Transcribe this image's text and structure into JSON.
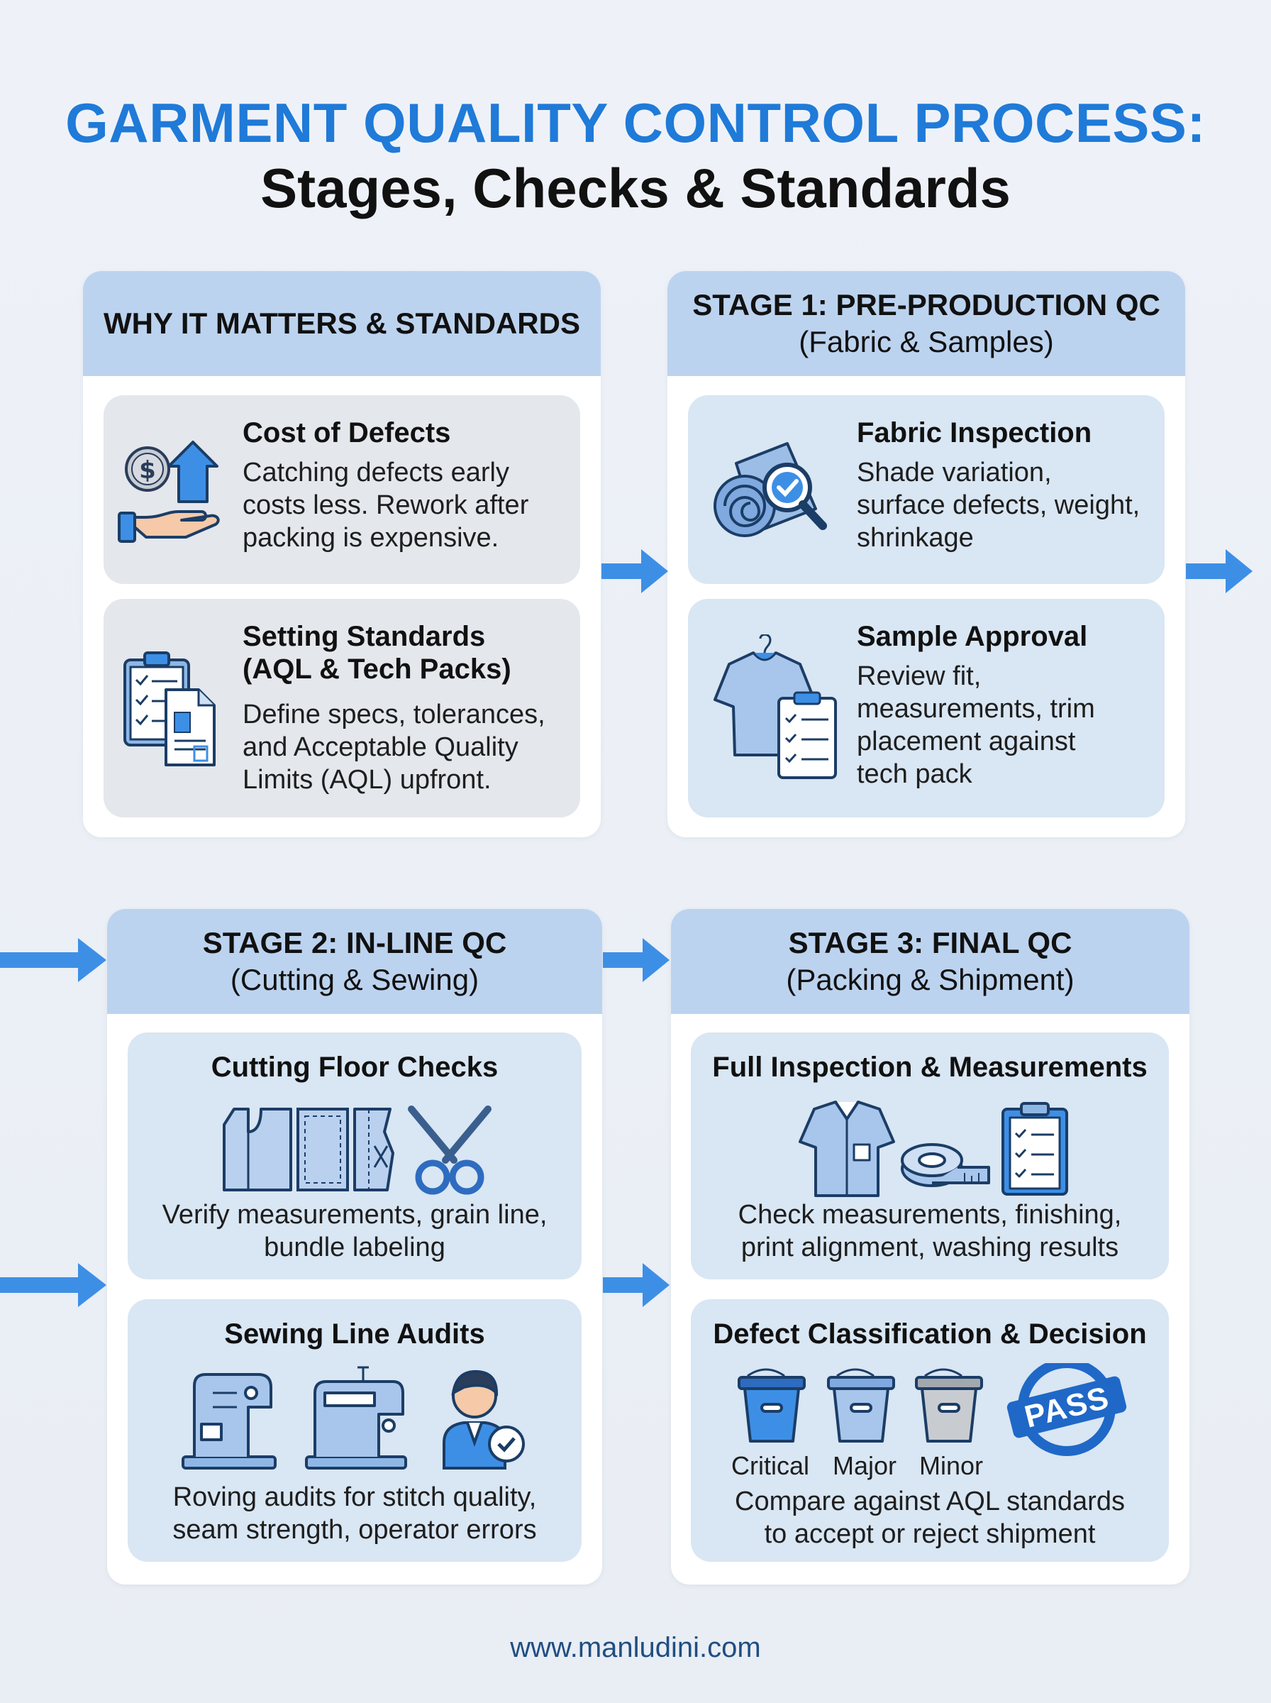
{
  "title": {
    "line1": "GARMENT QUALITY CONTROL PROCESS:",
    "line2": "Stages, Checks & Standards"
  },
  "panels": {
    "why": {
      "heading": "WHY IT MATTERS & STANDARDS",
      "cards": [
        {
          "title": "Cost of Defects",
          "text": [
            "Catching defects early",
            "costs less. Rework after",
            "packing is expensive."
          ],
          "icon": "cost-savings-icon"
        },
        {
          "title": [
            "Setting Standards",
            "(AQL & Tech Packs)"
          ],
          "text": [
            "Define specs, tolerances,",
            "and Acceptable Quality",
            "Limits (AQL) upfront."
          ],
          "icon": "documents-icon"
        }
      ]
    },
    "stage1": {
      "heading": "STAGE 1: PRE-PRODUCTION QC",
      "subheading": "(Fabric & Samples)",
      "cards": [
        {
          "title": "Fabric Inspection",
          "text": [
            "Shade variation,",
            "surface defects, weight,",
            "shrinkage"
          ],
          "icon": "fabric-roll-magnifier-icon"
        },
        {
          "title": "Sample Approval",
          "text": [
            "Review fit,",
            "measurements, trim",
            "placement against",
            "tech pack"
          ],
          "icon": "tshirt-clipboard-icon"
        }
      ]
    },
    "stage2": {
      "heading": "STAGE 2: IN-LINE QC",
      "subheading": "(Cutting & Sewing)",
      "cards": [
        {
          "title": "Cutting Floor Checks",
          "text": [
            "Verify measurements, grain line,",
            "bundle labeling"
          ],
          "icon": "pattern-scissors-icon"
        },
        {
          "title": "Sewing Line Audits",
          "text": [
            "Roving audits for stitch quality,",
            "seam strength, operator errors"
          ],
          "icon": "sewing-machine-operator-icon"
        }
      ]
    },
    "stage3": {
      "heading": "STAGE 3: FINAL QC",
      "subheading": "(Packing & Shipment)",
      "cards": [
        {
          "title": "Full Inspection & Measurements",
          "text": [
            "Check measurements, finishing,",
            "print alignment, washing results"
          ],
          "icon": "shirt-tape-clipboard-icon"
        },
        {
          "title": "Defect Classification & Decision",
          "buckets": [
            "Critical",
            "Major",
            "Minor"
          ],
          "stamp": "PASS",
          "text": [
            "Compare against AQL standards",
            "to accept or reject shipment"
          ],
          "icon": "buckets-pass-stamp-icon"
        }
      ]
    }
  },
  "footer": "www.manludini.com",
  "colors": {
    "accent": "#1f7ad8",
    "header": "#bcd3ef",
    "card_blue": "#d9e6f3",
    "card_gray": "#e4e7ec",
    "arrow": "#3d8fe6"
  }
}
